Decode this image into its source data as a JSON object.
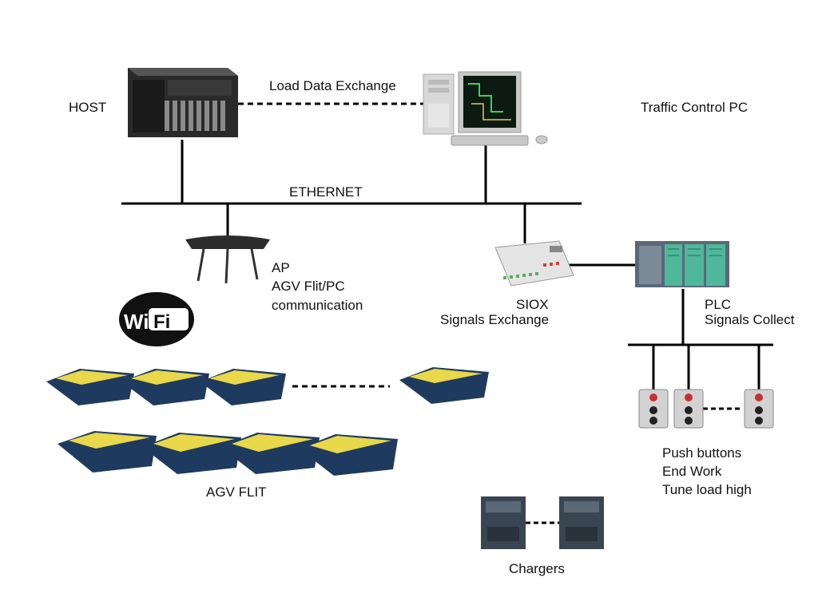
{
  "labels": {
    "host": "HOST",
    "load_data_exchange": "Load Data Exchange",
    "traffic_control_pc": "Traffic Control PC",
    "ethernet": "ETHERNET",
    "ap": "AP",
    "ap_desc_1": "AGV Flit/PC",
    "ap_desc_2": "communication",
    "siox": "SIOX",
    "siox_desc": "Signals Exchange",
    "plc": "PLC",
    "plc_desc": "Signals Collect",
    "push_buttons": "Push buttons",
    "end_work": "End Work",
    "tune_load_high": "Tune load high",
    "agv_flit": "AGV FLIT",
    "chargers": "Chargers",
    "wifi_logo": "WiFi"
  },
  "colors": {
    "line": "#000000",
    "agv_body": "#1f3a5f",
    "agv_top": "#e8d84a",
    "server": "#2a2a2a",
    "plc_module": "#4a5a6a",
    "plc_green": "#4fb89a",
    "charger": "#3a4552"
  }
}
